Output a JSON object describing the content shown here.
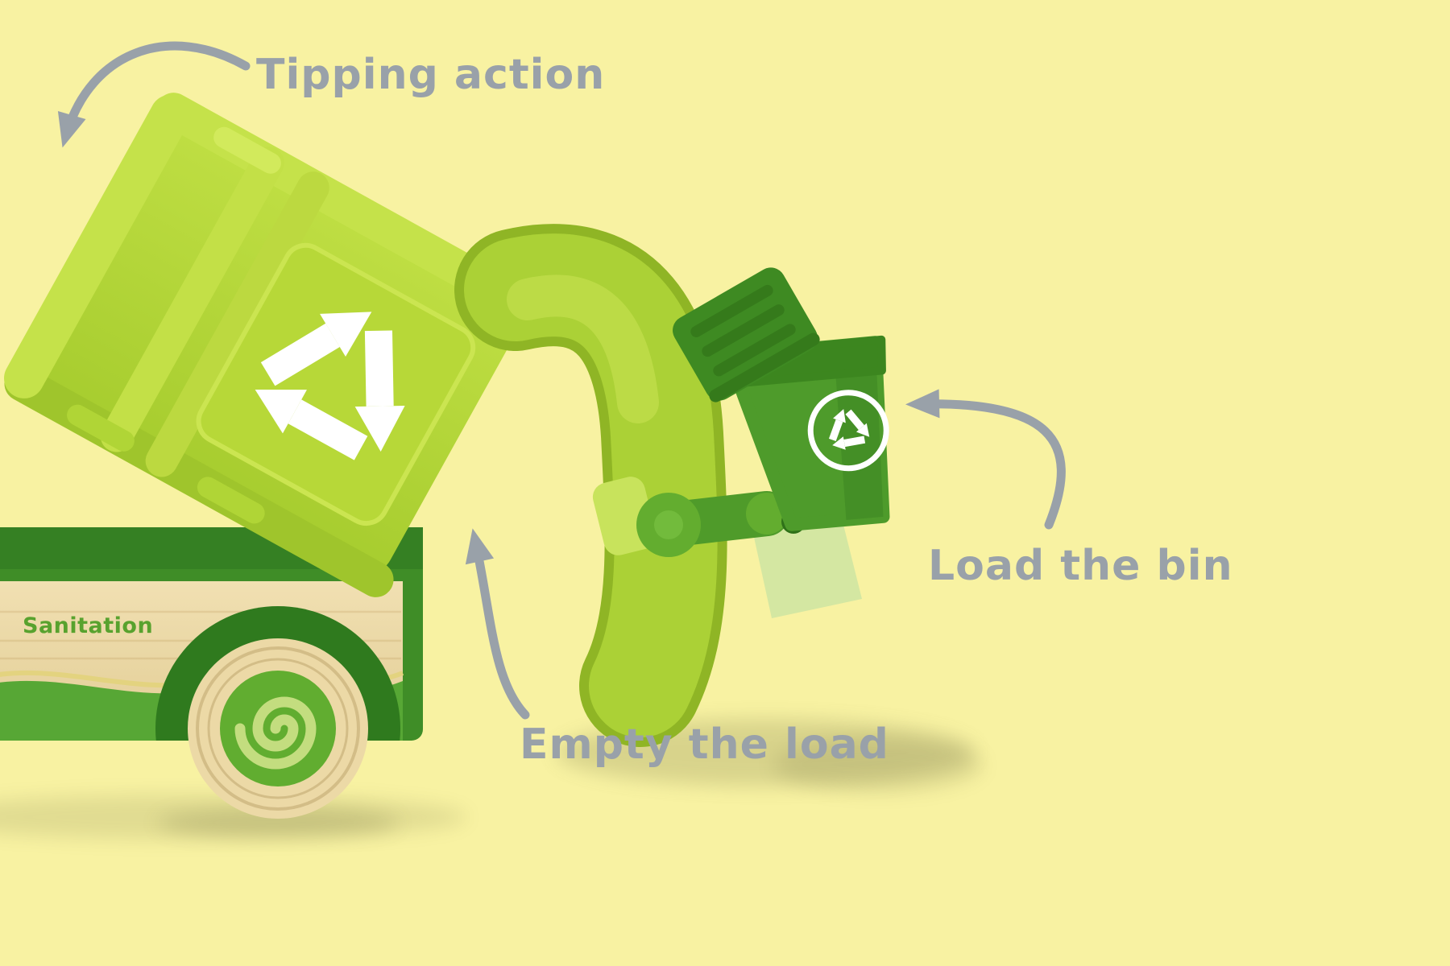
{
  "scene": {
    "background_color": "#f8f2a2",
    "annotation_color": "#99a1a9"
  },
  "labels": {
    "tipping_action": "Tipping action",
    "load_the_bin": "Load the bin",
    "empty_the_load": "Empty the load"
  },
  "truck": {
    "brand": "Sanitation",
    "brand_color": "#58a22e",
    "container_color": "#b4d737",
    "container_rail_color": "#c5e24a",
    "body_color": "#3f8d27",
    "wood_color": "#ecd9a6",
    "wave_color": "#57a735",
    "hopper_color": "#abd136",
    "bin_color": "#4e9b2b",
    "bin_lid_color": "#3e8a22",
    "wheel_hub_color": "#61ad30",
    "recycle_symbol_color": "#ffffff"
  },
  "icons": {
    "recycle": "chasing-arrows-recycle-triangle",
    "wheel_spiral": "spiral",
    "annotation_arrow": "curved-arrow"
  }
}
